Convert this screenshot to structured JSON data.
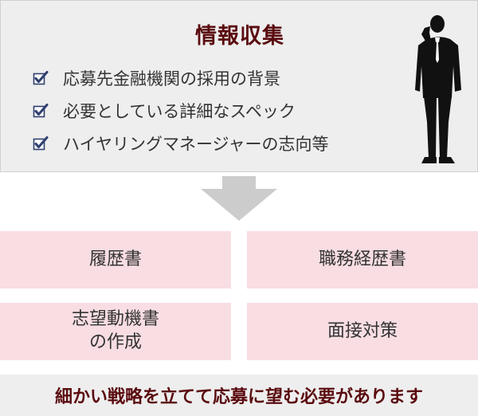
{
  "info": {
    "title": "情報収集",
    "items": [
      "応募先金融機関の採用の背景",
      "必要としている詳細なスペック",
      "ハイヤリングマネージャーの志向等"
    ],
    "check_icon": "checkbox-check-icon",
    "figure_icon": "businessman-silhouette-icon"
  },
  "flow": {
    "arrow_icon": "down-arrow-icon"
  },
  "documents": [
    "履歴書",
    "職務経歴書",
    "志望動機書\nの作成",
    "面接対策"
  ],
  "banner": {
    "text": "細かい戦略を立てて応募に望む必要があります"
  },
  "colors": {
    "title": "#5a0b0f",
    "panel_bg": "#eeeeee",
    "doc_bg": "#f8dde3",
    "check": "#2f3f6f",
    "arrow": "#cccccc"
  }
}
